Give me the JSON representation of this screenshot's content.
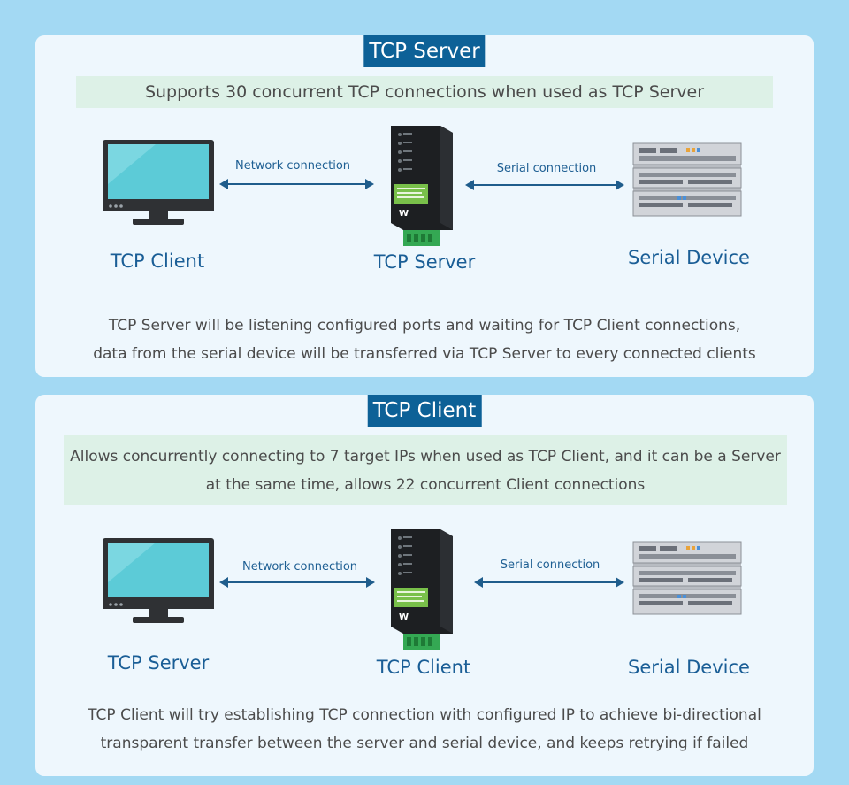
{
  "server_section": {
    "title": "TCP Server",
    "banner": "Supports 30 concurrent TCP connections when used as TCP Server",
    "left_node": "TCP Client",
    "center_node": "TCP Server",
    "right_node": "Serial Device",
    "network_link": "Network connection",
    "serial_link": "Serial connection",
    "caption_line1": "TCP Server will be listening configured ports and waiting for TCP Client connections,",
    "caption_line2": "data from the serial device will be transferred via TCP Server to every connected clients"
  },
  "client_section": {
    "title": "TCP Client",
    "banner_line1": "Allows concurrently connecting to 7 target IPs when used as TCP Client, and it can be a Server",
    "banner_line2": "at the same time, allows 22 concurrent Client connections",
    "left_node": "TCP Server",
    "center_node": "TCP Client",
    "right_node": "Serial Device",
    "network_link": "Network connection",
    "serial_link": "Serial connection",
    "caption_line1": "TCP Client will try establishing TCP connection with configured IP to achieve bi-directional",
    "caption_line2": "transparent transfer between the server and serial device, and keeps retrying if failed"
  },
  "colors": {
    "background": "#a3d9f3",
    "panel": "#eef7fd",
    "title_bar": "#0d6197",
    "banner": "#ddf1e7",
    "label": "#1a5e96",
    "arrow": "#1f5d8c"
  }
}
